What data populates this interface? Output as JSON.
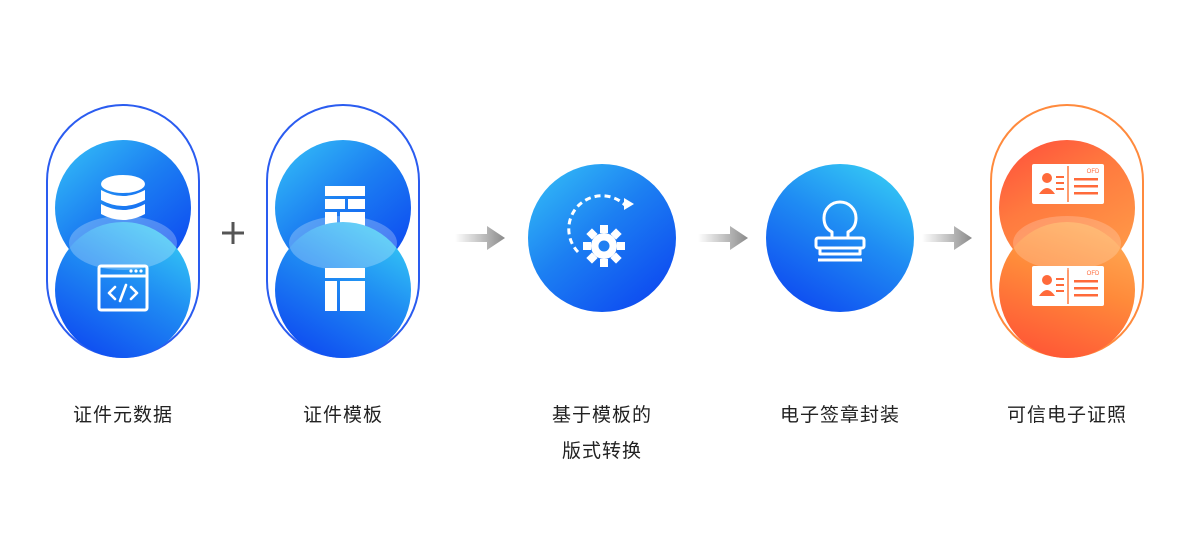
{
  "steps": [
    {
      "label": "证件元数据"
    },
    {
      "label": "证件模板"
    },
    {
      "label_line1": "基于模板的",
      "label_line2": "版式转换"
    },
    {
      "label": "电子签章封装"
    },
    {
      "label": "可信电子证照"
    }
  ],
  "card_badge": "OFD",
  "colors": {
    "blue_dark": "#0a3ef0",
    "blue_light": "#36c3f7",
    "orange_dark": "#ff4d3b",
    "orange_light": "#ffa24a",
    "arrow": "#8a8a8a",
    "text": "#222222"
  },
  "icons": [
    "database-icon",
    "code-window-icon",
    "layout-icon",
    "template-icon",
    "gear-refresh-icon",
    "stamp-icon",
    "id-card-icon",
    "id-card-icon"
  ]
}
